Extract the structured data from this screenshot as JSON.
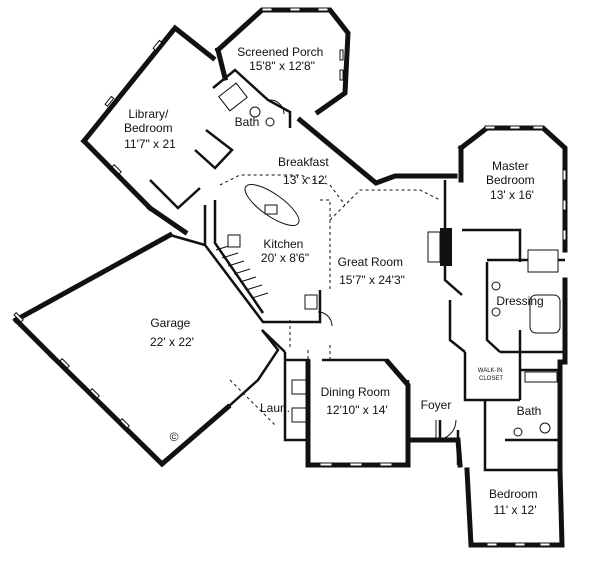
{
  "rooms": [
    {
      "id": "screened-porch",
      "lines": [
        "Screened Porch",
        "15'8\" x 12'8\""
      ]
    },
    {
      "id": "library-bedroom",
      "lines": [
        "Library/",
        "Bedroom",
        "11'7\" x 21"
      ]
    },
    {
      "id": "bath-upper",
      "lines": [
        "Bath"
      ]
    },
    {
      "id": "breakfast",
      "lines": [
        "Breakfast",
        "13' x 12'"
      ]
    },
    {
      "id": "master-bedroom",
      "lines": [
        "Master",
        "Bedroom",
        "13' x 16'"
      ]
    },
    {
      "id": "kitchen",
      "lines": [
        "Kitchen",
        "20' x 8'6\""
      ]
    },
    {
      "id": "great-room",
      "lines": [
        "Great Room",
        "15'7\" x 24'3\""
      ]
    },
    {
      "id": "dressing",
      "lines": [
        "Dressing"
      ]
    },
    {
      "id": "garage",
      "lines": [
        "Garage",
        "22' x 22'"
      ]
    },
    {
      "id": "walk-in-closet",
      "lines": [
        "WALK-IN",
        "CLOSET"
      ]
    },
    {
      "id": "dining-room",
      "lines": [
        "Dining Room",
        "12'10\" x 14'"
      ]
    },
    {
      "id": "laundry",
      "lines": [
        "Laun."
      ]
    },
    {
      "id": "foyer",
      "lines": [
        "Foyer"
      ]
    },
    {
      "id": "bath-master",
      "lines": [
        "Bath"
      ]
    },
    {
      "id": "bedroom",
      "lines": [
        "Bedroom",
        "11' x 12'"
      ]
    }
  ],
  "copyright_symbol": "©"
}
